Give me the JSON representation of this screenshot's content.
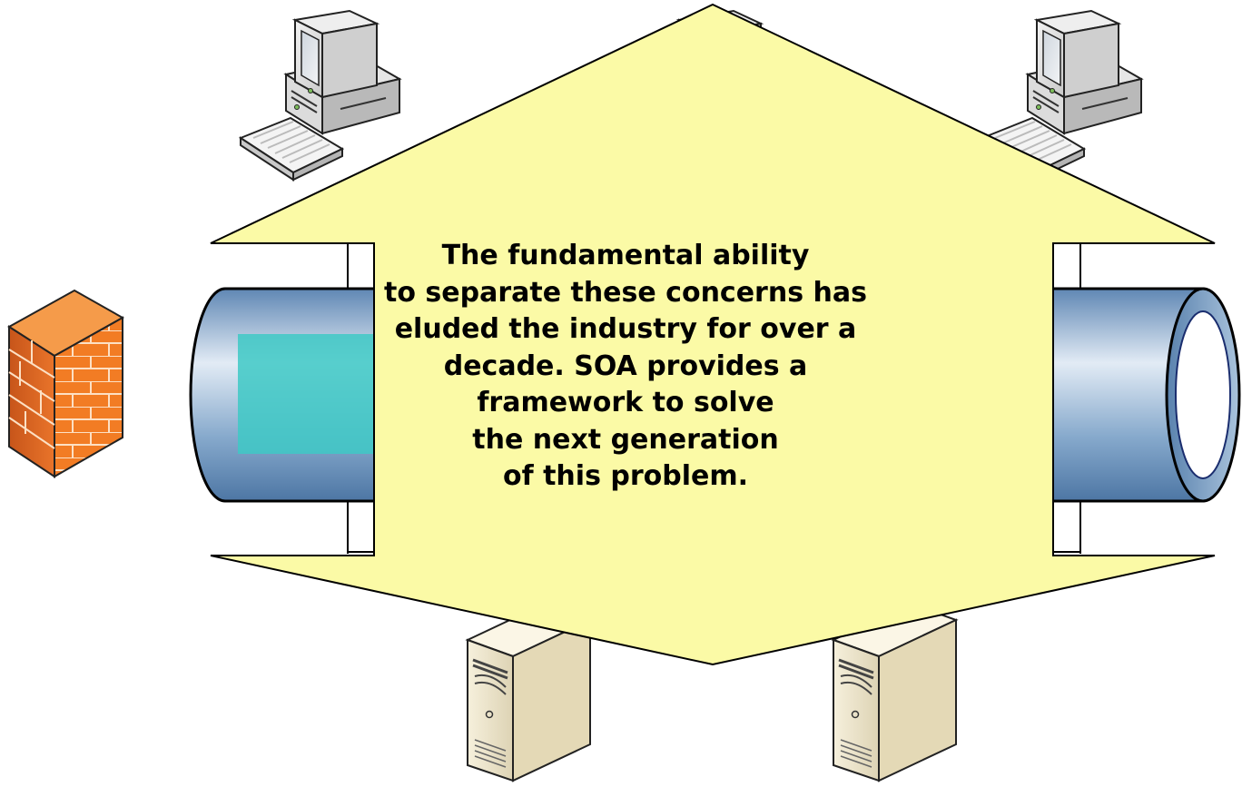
{
  "callout": {
    "lines": [
      "The fundamental ability",
      "to separate these concerns has",
      "eluded the industry for over a",
      "decade. SOA provides a",
      "framework to solve",
      "the next generation",
      "of this problem."
    ],
    "fill_color": "#fbfaa6"
  },
  "icons": {
    "workstations": [
      "desktop-computer-icon",
      "desktop-computer-icon",
      "desktop-computer-icon"
    ],
    "servers": [
      "tower-server-icon",
      "tower-server-icon"
    ],
    "firewall": "firewall-brick-icon",
    "bus": "service-bus-pipe"
  },
  "colors": {
    "pipe": "#7fa6cc",
    "pipe_highlight": "#dfe9f3",
    "bus_inner": "#3ec9c6",
    "firewall": "#f07a22"
  }
}
